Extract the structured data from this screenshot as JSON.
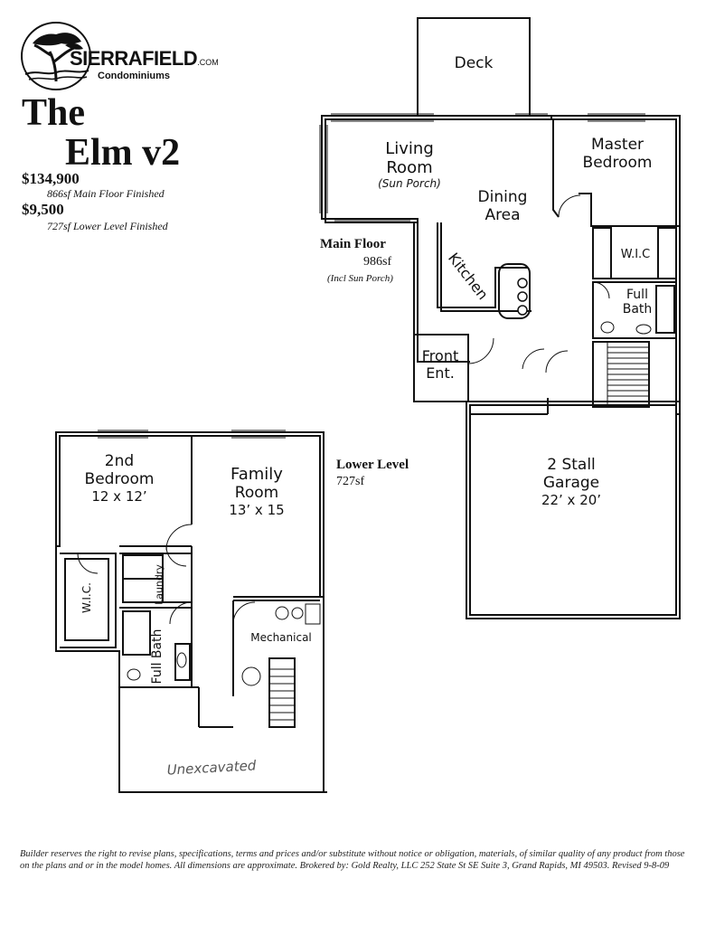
{
  "brand": {
    "name": "SIERRAFIELD",
    "suffix": ".COM",
    "tagline": "Condominiums"
  },
  "model": {
    "title_line1": "The",
    "title_line2": "Elm v2",
    "price_main": "$134,900",
    "main_floor_finished": "866sf Main Floor Finished",
    "price_lower": "$9,500",
    "lower_level_finished": "727sf Lower Level Finished"
  },
  "main_floor": {
    "label": "Main Floor",
    "area": "986sf",
    "note": "(Incl Sun Porch)",
    "rooms": {
      "deck": "Deck",
      "living_line1": "Living",
      "living_line2": "Room",
      "living_note": "(Sun Porch)",
      "dining_line1": "Dining",
      "dining_line2": "Area",
      "master_line1": "Master",
      "master_line2": "Bedroom",
      "kitchen": "Kitchen",
      "wic": "W.I.C",
      "bath_line1": "Full",
      "bath_line2": "Bath",
      "front_line1": "Front",
      "front_line2": "Ent.",
      "garage_line1": "2 Stall",
      "garage_line2": "Garage",
      "garage_dims": "22’ x 20’"
    }
  },
  "lower_level": {
    "label": "Lower Level",
    "area": "727sf",
    "rooms": {
      "bedroom_line1": "2nd",
      "bedroom_line2": "Bedroom",
      "bedroom_dims": "12 x 12’",
      "family_line1": "Family",
      "family_line2": "Room",
      "family_dims": "13’ x 15",
      "wic": "W.I.C.",
      "laundry": "Laundry",
      "bath": "Full Bath",
      "mechanical": "Mechanical",
      "unexcavated": "Unexcavated"
    }
  },
  "footer": {
    "disclaimer": "Builder reserves the right to revise plans, specifications, terms and prices and/or substitute without notice or obligation, materials, of similar quality of any product from those on the plans and or in the model homes. All dimensions are approximate. Brokered by: Gold Realty, LLC 252 State St SE Suite 3, Grand Rapids, MI 49503. Revised 9-8-09"
  }
}
